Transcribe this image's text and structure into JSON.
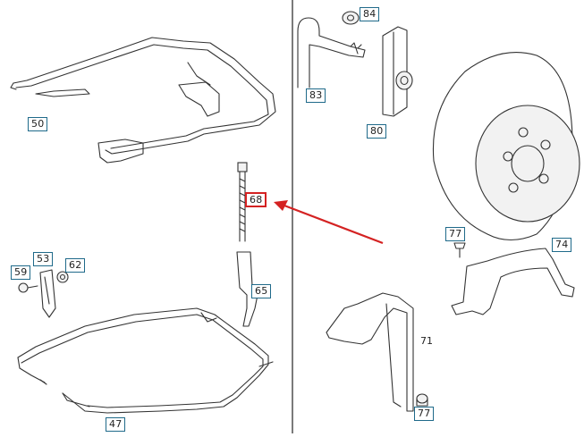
{
  "diagram": {
    "part_labels": {
      "p84": "84",
      "p83": "83",
      "p80": "80",
      "p50": "50",
      "p68": "68",
      "p77a": "77",
      "p74": "74",
      "p53": "53",
      "p62": "62",
      "p59": "59",
      "p65": "65",
      "p71": "71",
      "p77b": "77",
      "p47": "47"
    },
    "highlighted_part": "68",
    "colors": {
      "label_border": "#1f6a8a",
      "highlight": "#d42222",
      "line": "#333333"
    }
  }
}
